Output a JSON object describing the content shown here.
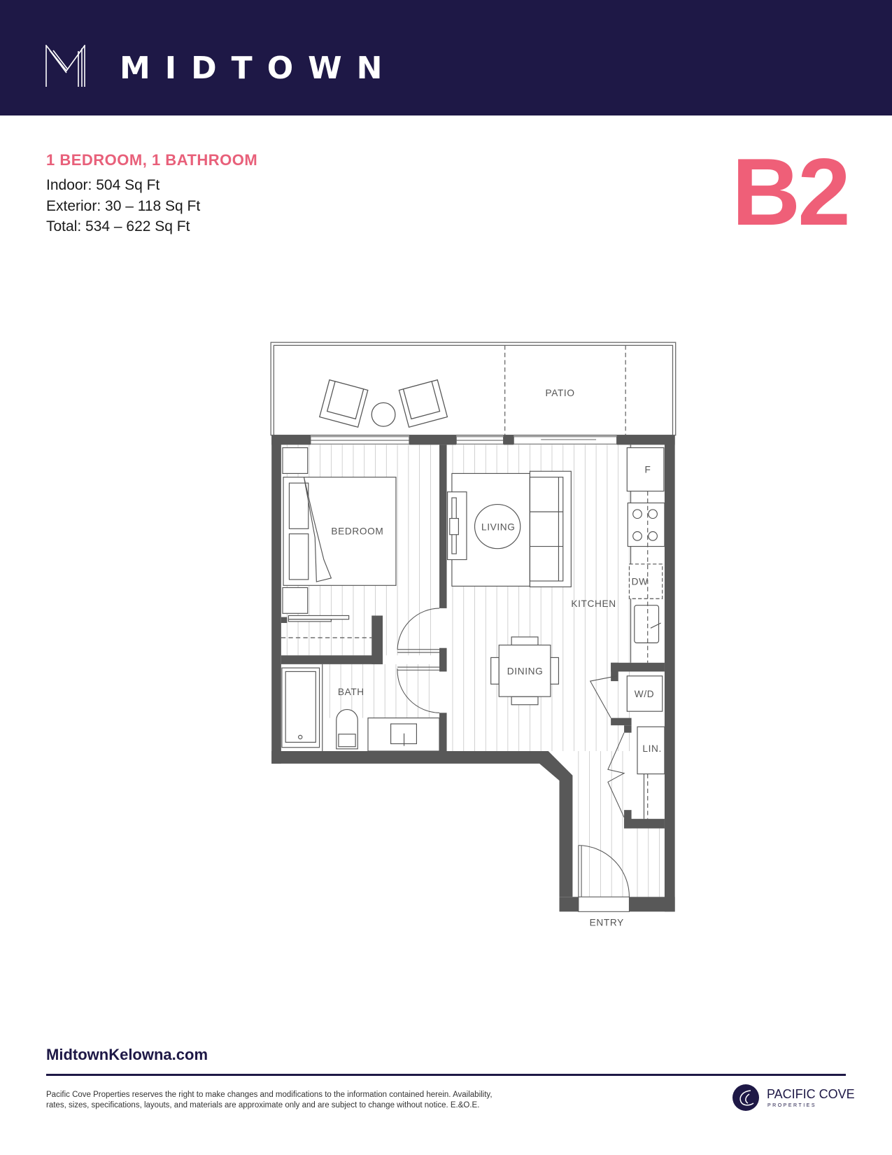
{
  "header": {
    "brand": "MIDTOWN",
    "logo_icon": "midtown-m-logo",
    "background": "#1e1846"
  },
  "unit": {
    "type": "1 BEDROOM, 1 BATHROOM",
    "indoor": "Indoor: 504 Sq Ft",
    "exterior": "Exterior: 30 – 118 Sq Ft",
    "total": "Total: 534 – 622 Sq Ft",
    "code": "B2",
    "accent": "#ef5f78"
  },
  "plan": {
    "labels": {
      "patio": "PATIO",
      "bedroom": "BEDROOM",
      "living": "LIVING",
      "kitchen": "KITCHEN",
      "dining": "DINING",
      "bath": "BATH",
      "fridge": "F",
      "dishwasher": "DW",
      "washer_dryer": "W/D",
      "linen": "LIN.",
      "entry": "ENTRY"
    }
  },
  "footer": {
    "website": "MidtownKelowna.com",
    "disclaimer_line1": "Pacific Cove Properties reserves the right to make changes and modifications to the information contained herein. Availability,",
    "disclaimer_line2": "rates, sizes, specifications, layouts, and materials are approximate only and are subject to change without notice. E.&O.E.",
    "developer_name": "PACIFIC COVE",
    "developer_sub": "PROPERTIES"
  }
}
